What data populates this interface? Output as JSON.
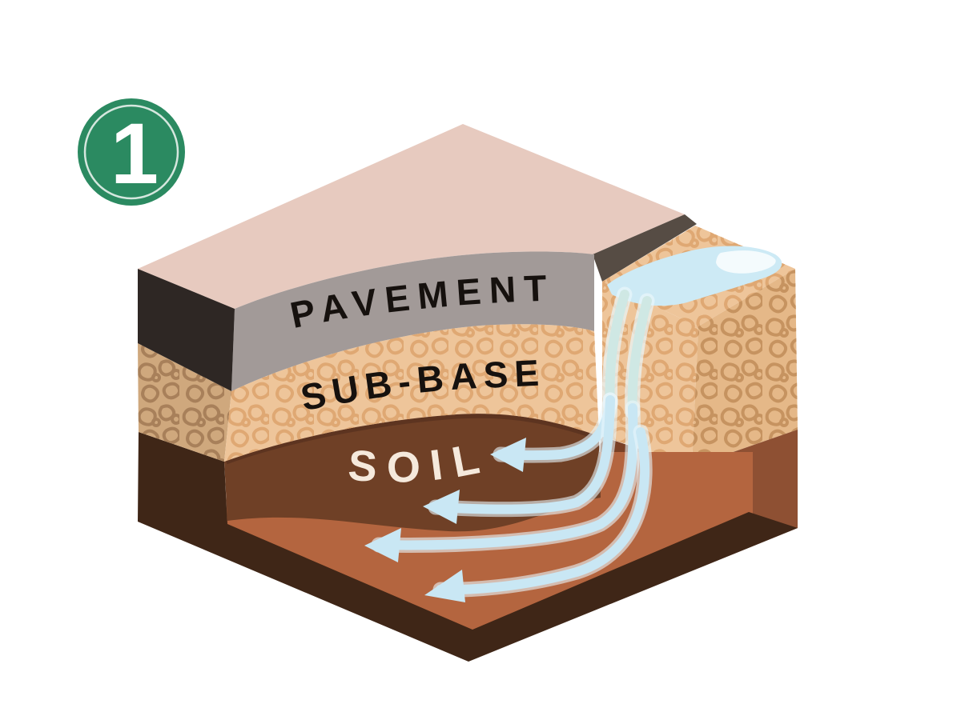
{
  "figure": {
    "name": "pavement-water-infiltration-cross-section",
    "step_badge": {
      "number": "1",
      "green": "#2b8a61",
      "ring_color": "#f3f7f4",
      "number_color": "#ffffff"
    },
    "labels": {
      "pavement": "PAVEMENT",
      "subbase": "SUB-BASE",
      "soil": "SOIL"
    },
    "colors": {
      "background": "#ffffff",
      "surface_top": "#e7cabf",
      "pavement_front": "#a29a98",
      "pavement_side": "#2e2724",
      "pavement_cut_edge": "#564c44",
      "subbase_front": "#eec59a",
      "subbase_side": "#cfa87d",
      "subbase_right": "#e5b888",
      "subbase_top": "#eec59a",
      "pebble_front": "#dfa873",
      "pebble_side": "#a8805a",
      "pebble_right": "#c69360",
      "soil_front": "#6f4026",
      "soil_side": "#4e2d1c",
      "soil_shadow": "#5a3320",
      "soil_under_block_left": "#7a4126",
      "soil_under_block_right": "#8e5033",
      "floor": "#b4653f",
      "rim": "#3f2617",
      "label_dark": "#16110e",
      "label_light": "#f5e9dc",
      "water_fill": "#cdeaf5",
      "water_glow": "#e9f6fb",
      "water_stream": "#c9e7f4",
      "water_stream_face": "#cfe8e4",
      "water_highlight": "#f4fbfd"
    },
    "water_arrow_count": "4"
  }
}
